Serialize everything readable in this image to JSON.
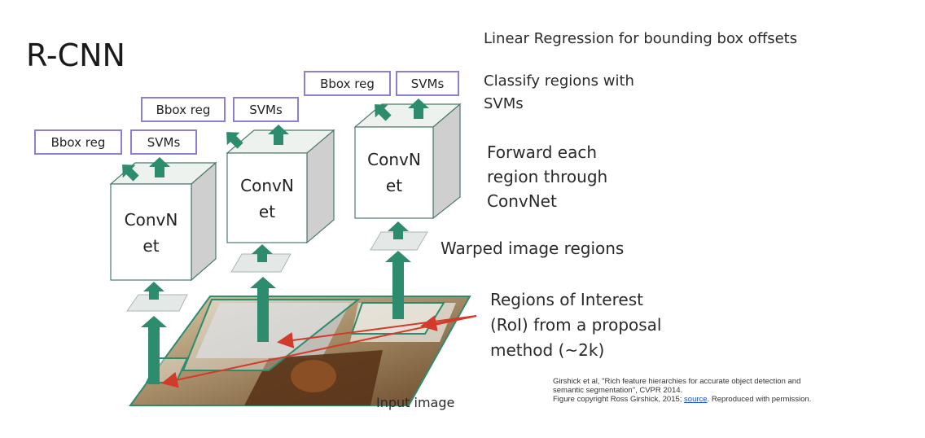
{
  "title": "R-CNN",
  "colors": {
    "arrow": "#2e8c6e",
    "box_border": "#8b7fd6",
    "red_arrow": "#d23a2a"
  },
  "output_boxes": {
    "bbox_label": "Bbox reg",
    "svm_label": "SVMs"
  },
  "convnet_line1": "ConvN",
  "convnet_line2": "et",
  "labels": {
    "linear_regression": "Linear Regression for bounding box offsets",
    "classify_line1": "Classify regions with",
    "classify_line2": "SVMs",
    "forward_line1": "Forward each",
    "forward_line2": "region through",
    "forward_line3": "ConvNet",
    "warped": "Warped image regions",
    "roi_line1": "Regions of Interest",
    "roi_line2": "(RoI) from a proposal",
    "roi_line3": "method (~2k)",
    "input": "Input image"
  },
  "citation": {
    "line1": "Girshick et al, \"Rich feature hierarchies for accurate object detection and",
    "line2": "semantic segmentation\", CVPR 2014.",
    "line3_prefix": "Figure copyright Ross Girshick, 2015; ",
    "link": "source",
    "line3_suffix": ". Reproduced with permission."
  }
}
